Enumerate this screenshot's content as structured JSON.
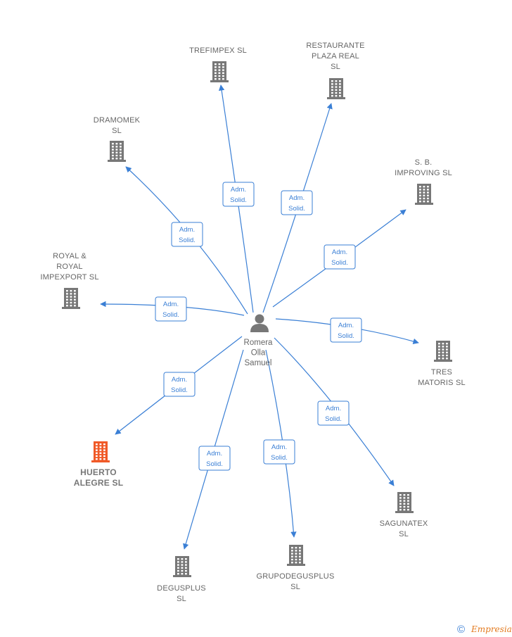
{
  "center": {
    "label_lines": [
      "Romera",
      "Olla",
      "Samuel"
    ],
    "icon": "person-icon"
  },
  "relation_lines": [
    "Adm.",
    "Solid."
  ],
  "colors": {
    "edge": "#3a7fd5",
    "building": "#777777",
    "highlight": "#f05a28"
  },
  "companies": [
    {
      "id": "trefimpex",
      "label_lines": [
        "TREFIMPEX  SL"
      ],
      "highlight": false
    },
    {
      "id": "restaurante",
      "label_lines": [
        "RESTAURANTE",
        "PLAZA REAL",
        "SL"
      ],
      "highlight": false
    },
    {
      "id": "dramomek",
      "label_lines": [
        "DRAMOMEK",
        "SL"
      ],
      "highlight": false
    },
    {
      "id": "sbimproving",
      "label_lines": [
        "S.  B.",
        "IMPROVING  SL"
      ],
      "highlight": false
    },
    {
      "id": "royal",
      "label_lines": [
        "ROYAL &",
        "ROYAL",
        "IMPEXPORT SL"
      ],
      "highlight": false
    },
    {
      "id": "tres",
      "label_lines": [
        "TRES",
        "MATORIS SL"
      ],
      "highlight": false
    },
    {
      "id": "huerto",
      "label_lines": [
        "HUERTO",
        "ALEGRE  SL"
      ],
      "highlight": true
    },
    {
      "id": "sagunatex",
      "label_lines": [
        "SAGUNATEX",
        "SL"
      ],
      "highlight": false
    },
    {
      "id": "degusplus",
      "label_lines": [
        "DEGUSPLUS",
        "SL"
      ],
      "highlight": false
    },
    {
      "id": "grupodegusplus",
      "label_lines": [
        "GRUPODEGUSPLUS",
        "SL"
      ],
      "highlight": false
    }
  ],
  "footer": {
    "copyright_symbol": "©",
    "brand": "Empresia"
  }
}
